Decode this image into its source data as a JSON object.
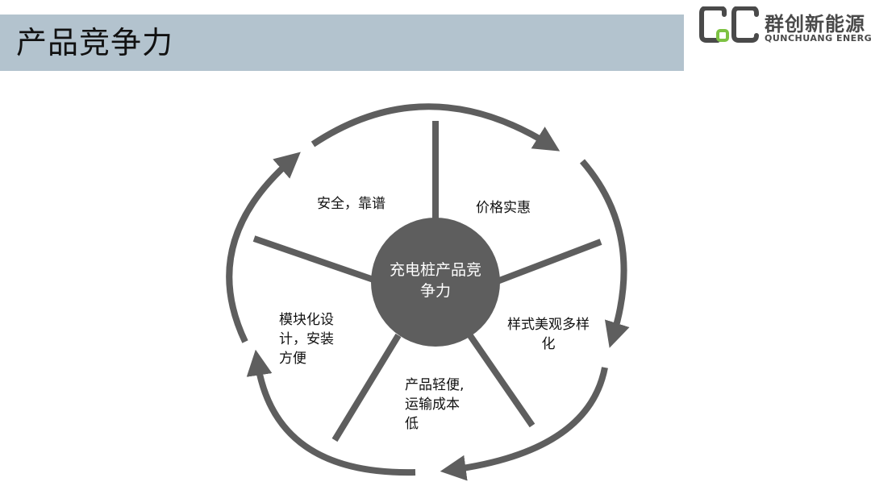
{
  "slide": {
    "title": "产品竞争力"
  },
  "logo": {
    "name_cn": "群创新能源",
    "name_en": "QUNCHUANG ENERGY"
  },
  "diagram": {
    "center": [
      "充电桩产品竞",
      "争力"
    ],
    "factors": [
      {
        "lines": [
          "安全，靠谱"
        ]
      },
      {
        "lines": [
          "价格实惠"
        ]
      },
      {
        "lines": [
          "样式美观多样",
          "化"
        ]
      },
      {
        "lines": [
          "产品轻便,",
          "运输成本",
          "低"
        ]
      },
      {
        "lines": [
          "模块化设",
          "计，安装",
          "方便"
        ]
      }
    ]
  },
  "colors": {
    "title_bar": "#b3c3ce",
    "diagram_gray": "#5e5e5e",
    "logo_gray": "#4a4a4a",
    "logo_green": "#7dc242"
  }
}
